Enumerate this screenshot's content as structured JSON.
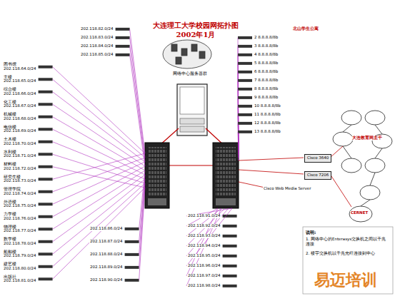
{
  "diagram": {
    "title": "大连理工大学校园网拓扑图 2002年1月",
    "nodes": [
      {
        "text": [
          "图书馆",
          "202.118.64.0/24"
        ]
      },
      {
        "text": [
          "主楼",
          "202.118.65.0/24"
        ]
      },
      {
        "text": [
          "综合楼",
          "202.118.66.0/24"
        ]
      },
      {
        "text": [
          "化工楼",
          "202.118.67.0/24"
        ]
      },
      {
        "text": [
          "机械楼",
          "202.118.68.0/24"
        ]
      },
      {
        "text": [
          "电信楼",
          "202.118.69.0/24"
        ]
      },
      {
        "text": [
          "土木楼",
          "202.118.70.0/24"
        ]
      },
      {
        "text": [
          "水利楼",
          "202.118.71.0/24"
        ]
      },
      {
        "text": [
          "材料楼",
          "202.118.72.0/24"
        ]
      },
      {
        "text": [
          "研究生楼",
          "202.118.73.0/24"
        ]
      },
      {
        "text": [
          "管理学院",
          "202.118.74.0/24"
        ]
      },
      {
        "text": [
          "外语楼",
          "202.118.75.0/24"
        ]
      },
      {
        "text": [
          "力学楼",
          "202.118.76.0/24"
        ]
      },
      {
        "text": [
          "物理楼",
          "202.118.77.0/24"
        ]
      },
      {
        "text": [
          "数学楼",
          "202.118.78.0/24"
        ]
      },
      {
        "text": [
          "船舶楼",
          "202.118.79.0/24"
        ]
      },
      {
        "text": [
          "建艺楼",
          "202.118.80.0/24"
        ]
      },
      {
        "text": [
          "出版社",
          "202.118.81.0/24"
        ]
      },
      {
        "text": [
          "202.118.82.0/24"
        ]
      },
      {
        "text": [
          "202.118.83.0/24"
        ]
      },
      {
        "text": [
          "202.118.84.0/24"
        ]
      },
      {
        "text": [
          "202.118.85.0/24"
        ]
      },
      {
        "text": [
          "202.118.86.0/24"
        ]
      },
      {
        "text": [
          "202.118.87.0/24"
        ]
      },
      {
        "text": [
          "202.118.88.0/24"
        ]
      },
      {
        "text": [
          "202.118.89.0/24"
        ]
      },
      {
        "text": [
          "202.118.90.0/24"
        ]
      },
      {
        "text": [
          "2 8.8.8.8/8b"
        ]
      },
      {
        "text": [
          "3 8.8.8.8/8b"
        ]
      },
      {
        "text": [
          "4 8.8.8.8/8b"
        ]
      },
      {
        "text": [
          "5 8.8.8.8/8b"
        ]
      },
      {
        "text": [
          "6 8.8.8.8/8b"
        ]
      },
      {
        "text": [
          "7 8.8.8.8/8b"
        ]
      },
      {
        "text": [
          "8 8.8.8.8/8b"
        ]
      },
      {
        "text": [
          "9 8.8.8.8/8b"
        ]
      },
      {
        "text": [
          "10 8.8.8.8/8b"
        ]
      },
      {
        "text": [
          "11 8.8.8.8/8b"
        ]
      },
      {
        "text": [
          "12 8.8.8.8/8b"
        ]
      },
      {
        "text": [
          "13 8.8.8.8/8b"
        ]
      },
      {
        "text": [
          "202.118.91.0/24"
        ]
      },
      {
        "text": [
          "202.118.92.0/24"
        ]
      },
      {
        "text": [
          "202.118.93.0/24"
        ]
      },
      {
        "text": [
          "202.118.94.0/24"
        ]
      },
      {
        "text": [
          "202.118.95.0/24"
        ]
      },
      {
        "text": [
          "202.118.96.0/24"
        ]
      },
      {
        "text": [
          "202.118.97.0/24"
        ]
      },
      {
        "text": [
          "202.118.98.0/24"
        ]
      },
      {
        "text": [
          "Cisco 3640"
        ]
      },
      {
        "text": [
          "Cisco 7206"
        ]
      },
      {
        "text": [
          "Cisco Web Media Server"
        ]
      },
      {
        "text": [
          "大连教育网主干"
        ]
      },
      {
        "text": [
          "CERNET"
        ]
      }
    ],
    "labels": [
      "网络中心服务器群",
      "北山学生公寓",
      "说明:",
      "1. 网络中心的Enterasys交换机之间以千兆连接",
      "2. 楼宇交换机以千兆光纤连接到中心",
      "易迈培训"
    ]
  }
}
